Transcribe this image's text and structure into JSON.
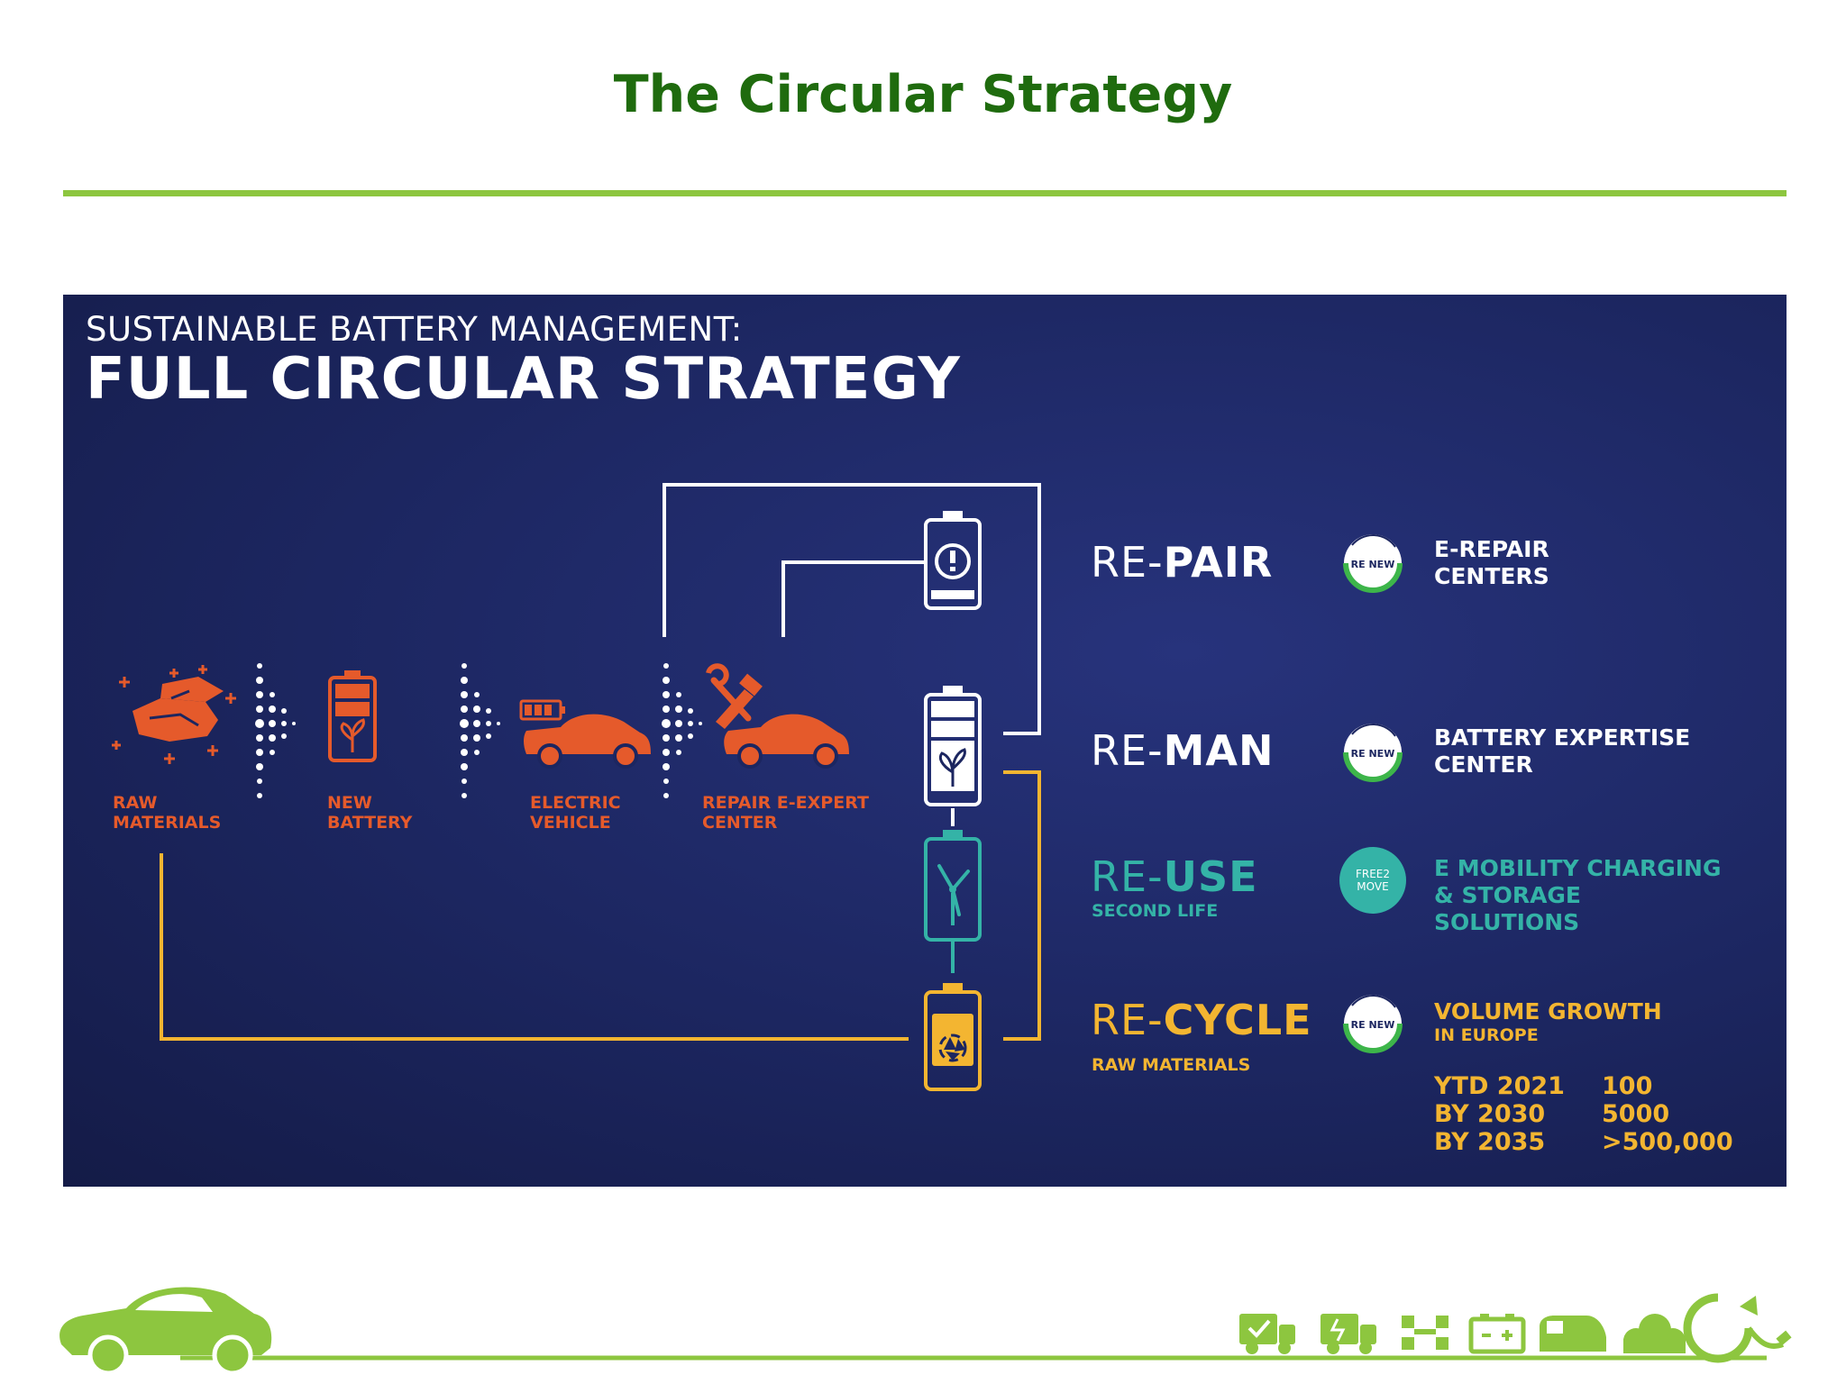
{
  "slide": {
    "title": "The Circular Strategy"
  },
  "panel": {
    "subtitle": "SUSTAINABLE BATTERY MANAGEMENT:",
    "title": "FULL CIRCULAR STRATEGY",
    "process_steps": [
      {
        "label": "RAW\nMATERIALS",
        "icon": "raw-materials-icon"
      },
      {
        "label": "NEW\nBATTERY",
        "icon": "new-battery-icon"
      },
      {
        "label": "ELECTRIC\nVEHICLE",
        "icon": "electric-vehicle-icon"
      },
      {
        "label": "REPAIR E-EXPERT\nCENTER",
        "icon": "repair-car-icon"
      }
    ],
    "strategies": [
      {
        "prefix": "RE-",
        "name": "PAIR",
        "sub": "",
        "logo": "RE NEW",
        "description": "E-REPAIR\nCENTERS",
        "color": "#ffffff"
      },
      {
        "prefix": "RE-",
        "name": "MAN",
        "sub": "",
        "logo": "RE NEW",
        "description": "BATTERY EXPERTISE\nCENTER",
        "color": "#ffffff"
      },
      {
        "prefix": "RE-",
        "name": "USE",
        "sub": "SECOND LIFE",
        "logo": "FREE2\nMOVE",
        "description": "E MOBILITY CHARGING\n& STORAGE\nSOLUTIONS",
        "color": "#34b3a7"
      },
      {
        "prefix": "RE-",
        "name": "CYCLE",
        "sub": "RAW MATERIALS",
        "logo": "RE NEW",
        "description": "VOLUME GROWTH",
        "description_sub": "IN EUROPE",
        "color": "#f3b531"
      }
    ],
    "volume_stats": [
      {
        "period": "YTD 2021",
        "value": "100"
      },
      {
        "period": "BY 2030",
        "value": "5000"
      },
      {
        "period": "BY 2035",
        "value": ">500,000"
      }
    ]
  },
  "colors": {
    "title_green": "#1f6b0e",
    "rule_green": "#8dc63f",
    "panel_navy": "#1c2660",
    "process_orange": "#e55a2b",
    "reuse_teal": "#34b3a7",
    "recycle_gold": "#f3b531",
    "renew_green": "#3db54a"
  },
  "footer": {
    "icons": [
      "car-icon",
      "truck-check-icon",
      "truck-charge-icon",
      "network-icon",
      "battery-icon",
      "van-icon",
      "cloud-icon",
      "recycle-plug-icon"
    ]
  }
}
